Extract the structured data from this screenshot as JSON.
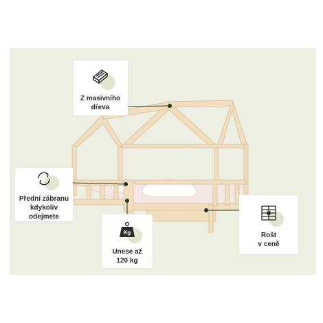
{
  "features": {
    "wood": {
      "label": "Z masivního\ndřeva",
      "icon": "wood-plank-icon"
    },
    "rail": {
      "label": "Přední zábranu\nkdykoliv\nodejmete",
      "icon": "rotate-arrows-icon"
    },
    "load": {
      "label": "Unese až\n120 kg",
      "icon": "weight-kg-icon",
      "icon_text": "Kg"
    },
    "grid": {
      "label": "Rošt\nv ceně",
      "icon": "slatted-base-icon"
    }
  },
  "colors": {
    "panel_background": "#eeefe3",
    "wood": "#f0debe",
    "wood_edge": "#dcc59f",
    "mattress": "#f3e8e4",
    "leader_line": "#1f3a1f",
    "icon_accent": "#dfe8cf"
  }
}
